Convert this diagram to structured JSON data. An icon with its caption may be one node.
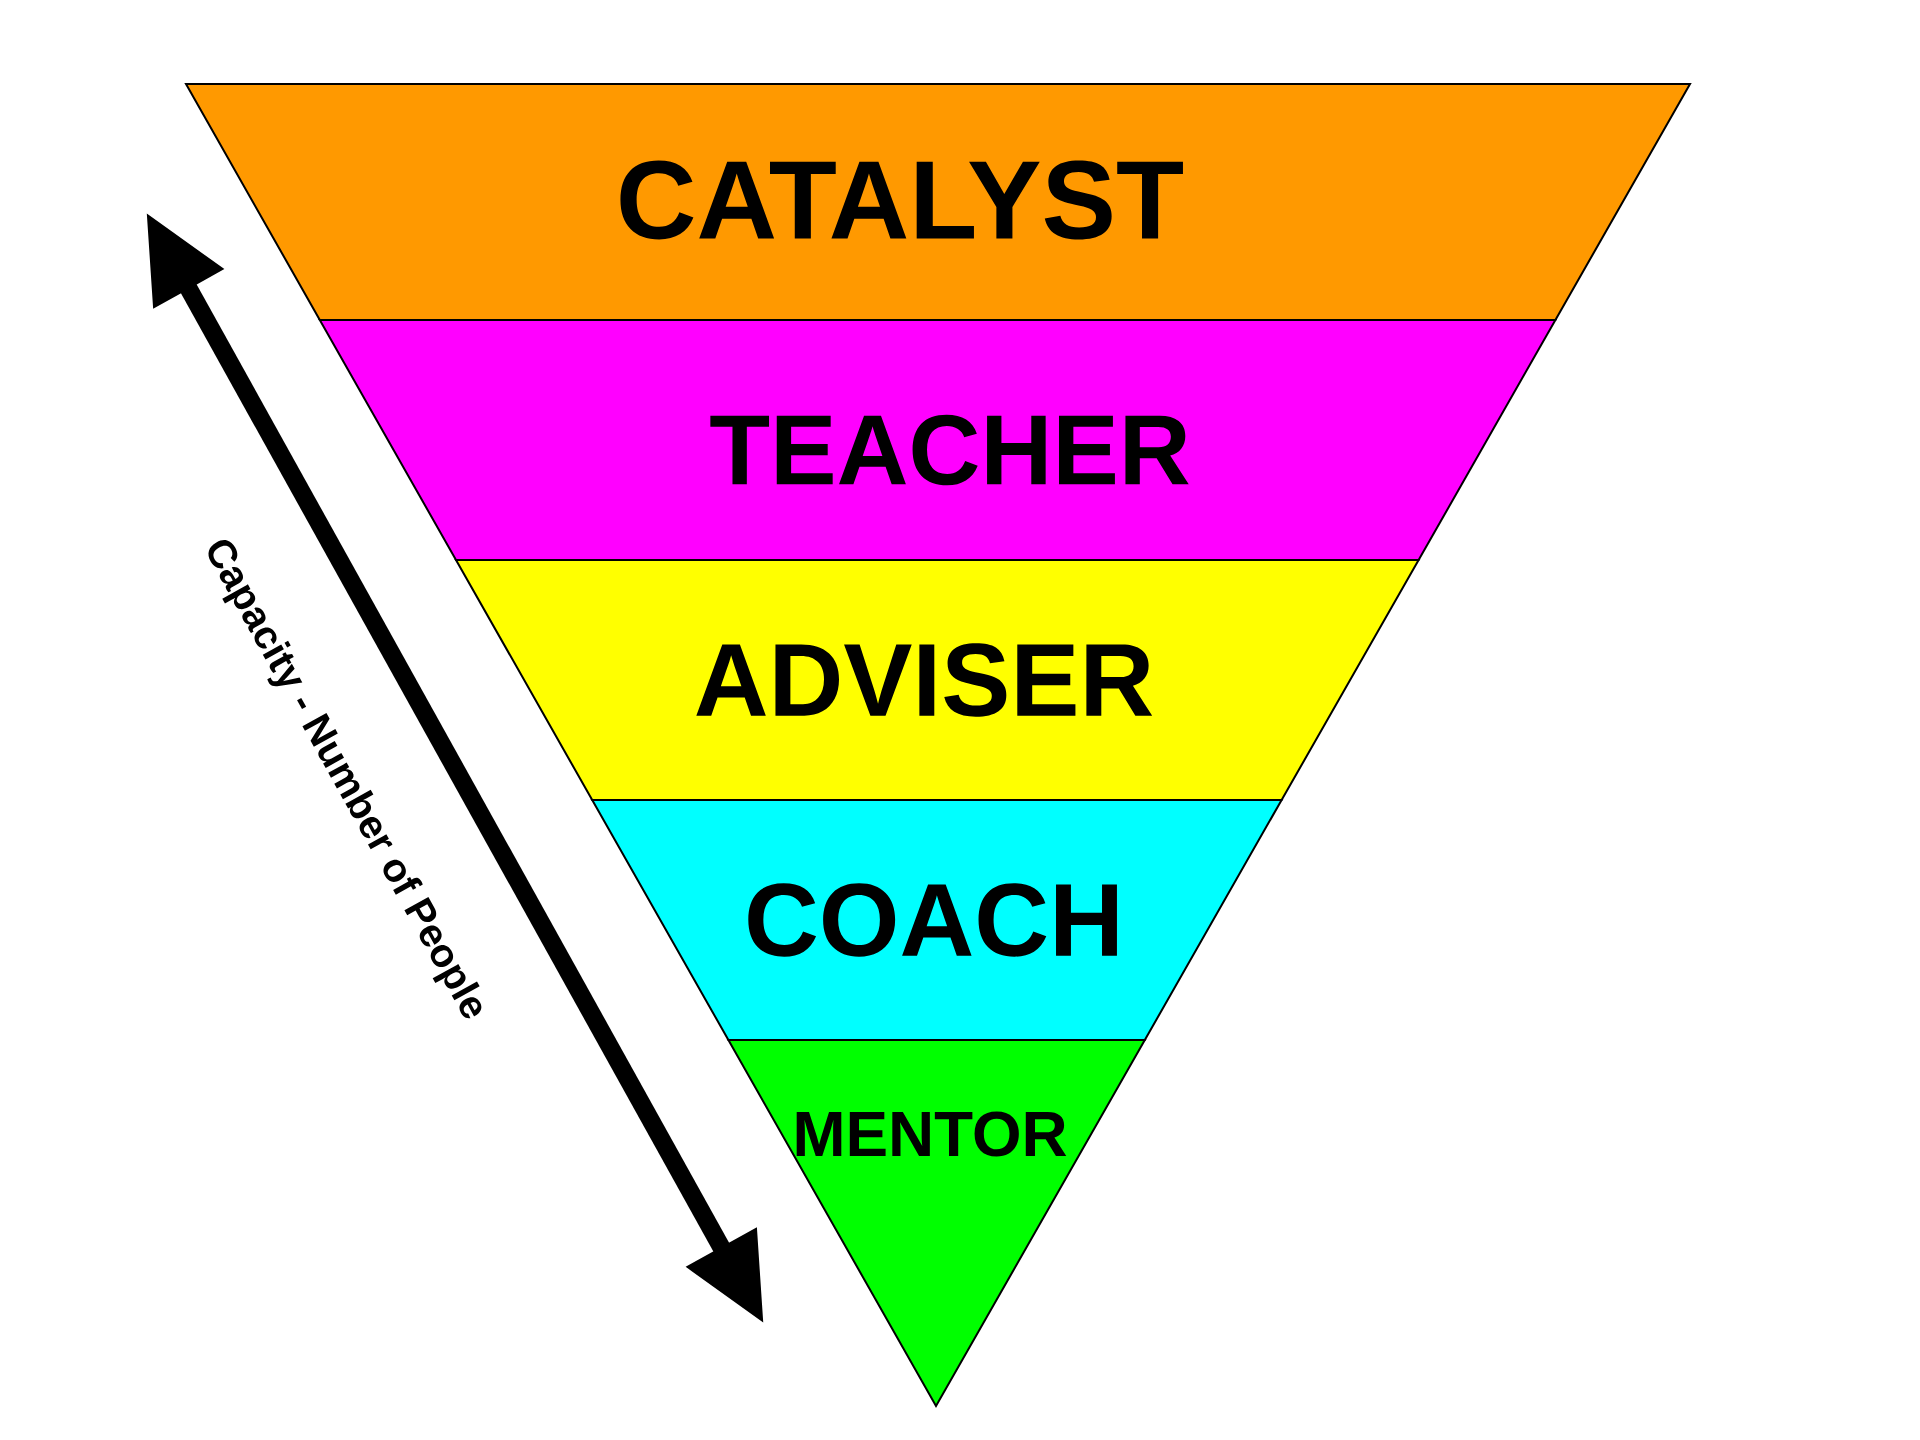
{
  "diagram": {
    "nodes": [
      {
        "text": [
          "CATALYST"
        ]
      },
      {
        "text": [
          "TEACHER"
        ]
      },
      {
        "text": [
          "ADVISER"
        ]
      },
      {
        "text": [
          "COACH"
        ]
      },
      {
        "text": [
          "MENTOR"
        ]
      }
    ],
    "labels": [
      "Capacity - Number of People"
    ]
  }
}
